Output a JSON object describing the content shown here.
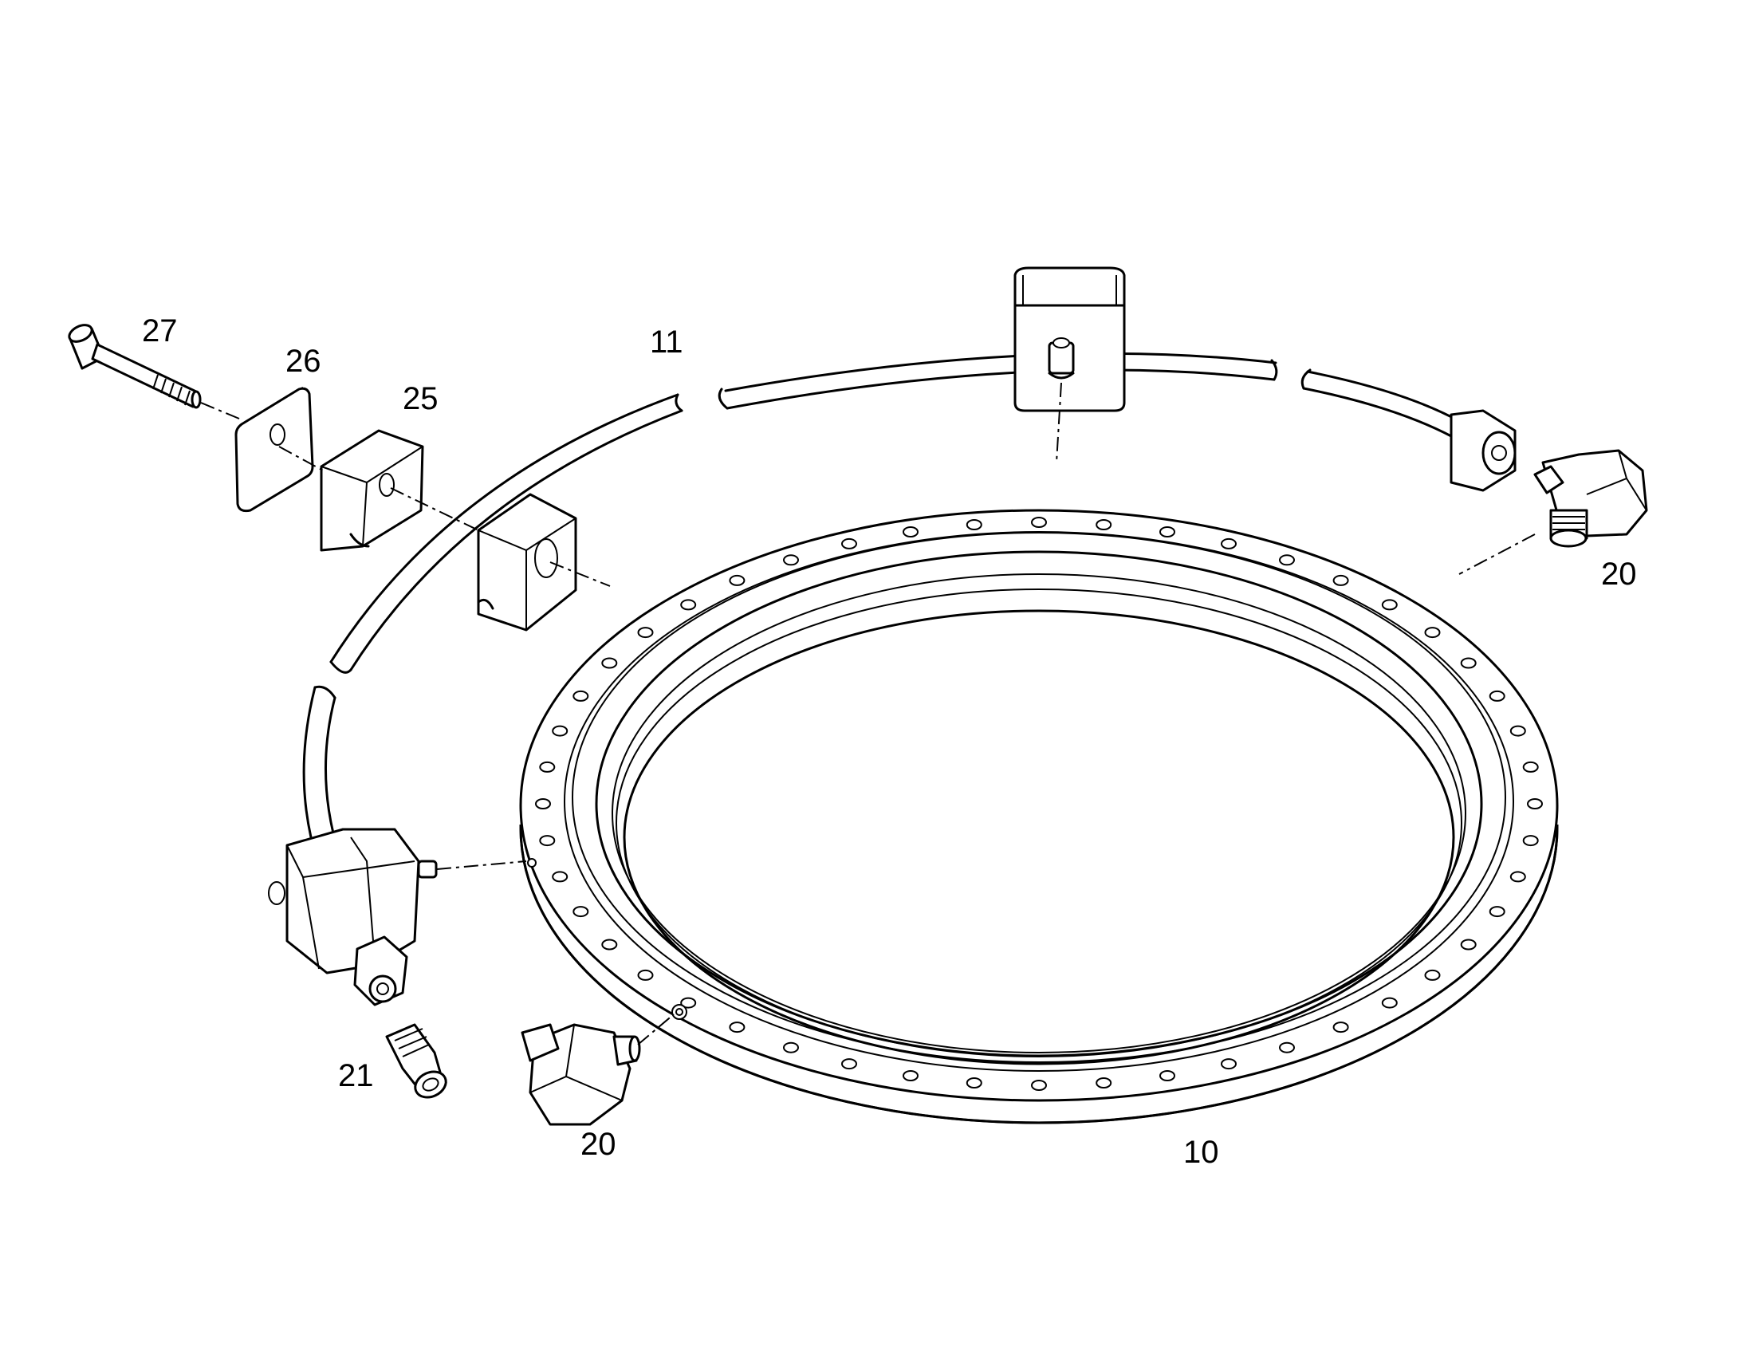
{
  "labels": {
    "p27": "27",
    "p26": "26",
    "p25": "25",
    "p11": "11",
    "p20_right": "20",
    "p20_bottom": "20",
    "p21": "21",
    "p10": "10"
  },
  "colors": {
    "line": "#000000",
    "background": "#ffffff"
  }
}
